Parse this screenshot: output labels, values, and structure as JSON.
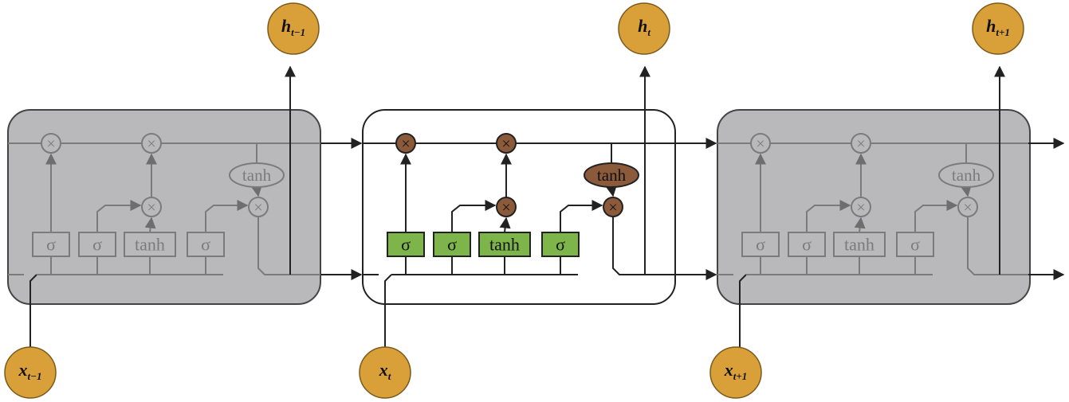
{
  "colors": {
    "io_circle": "#D9A03A",
    "cell_inactive_fill": "#B9B9BB",
    "cell_active_fill": "#FFFFFF",
    "gate_active_fill": "#7DB54A",
    "op_active_fill": "#8B5A3A",
    "inactive_element": "#7B7B7B",
    "line": "#222222"
  },
  "symbols": {
    "sigmoid": "σ",
    "tanh": "tanh",
    "multiply": "×"
  },
  "cells": [
    {
      "state": "inactive",
      "output": {
        "base": "h",
        "sub": "t−1"
      },
      "input": {
        "base": "x",
        "sub": "t−1"
      }
    },
    {
      "state": "active",
      "output": {
        "base": "h",
        "sub": "t"
      },
      "input": {
        "base": "x",
        "sub": "t"
      }
    },
    {
      "state": "inactive",
      "output": {
        "base": "h",
        "sub": "t+1"
      },
      "input": {
        "base": "x",
        "sub": "t+1"
      }
    }
  ]
}
